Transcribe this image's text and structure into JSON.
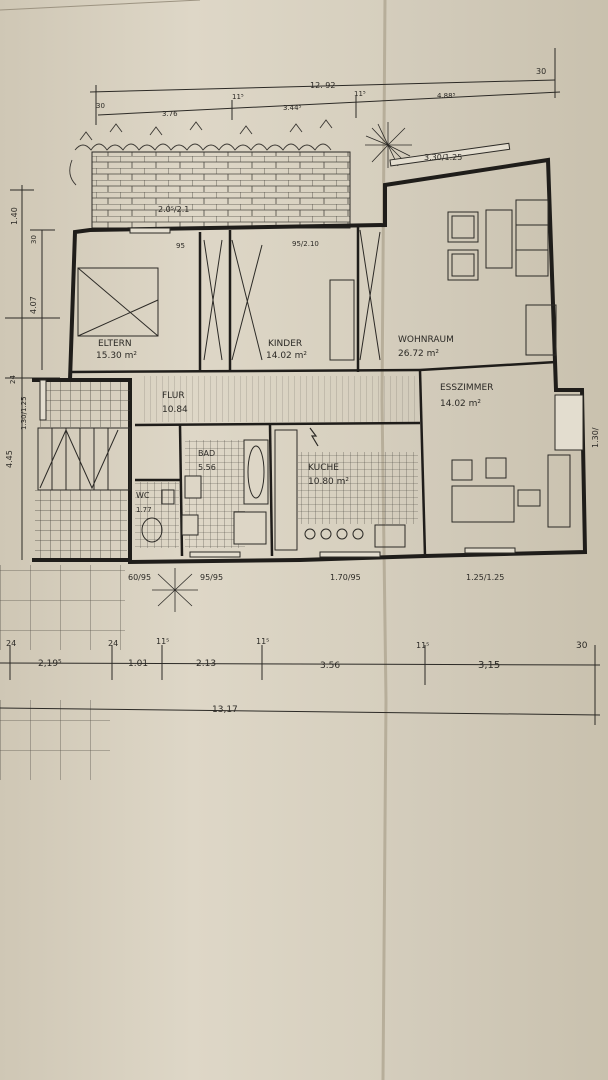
{
  "rooms": {
    "eltern": {
      "name": "ELTERN",
      "area": "15.30 m²"
    },
    "kinder": {
      "name": "KINDER",
      "area": "14.02 m²"
    },
    "wohnraum": {
      "name": "WOHNRAUM",
      "area": "26.72 m²"
    },
    "esszimmer": {
      "name": "ESSZIMMER",
      "area": "14.02 m²"
    },
    "flur": {
      "name": "FLUR",
      "area": "10.84"
    },
    "bad": {
      "name": "BAD",
      "area": "5.56"
    },
    "kueche": {
      "name": "KUCHE",
      "area": "10.80 m²"
    },
    "wc": {
      "name": "WC",
      "area": "1.77"
    }
  },
  "dims_top": {
    "overall": "12. 92",
    "d1": "30",
    "d2": "3.76",
    "d3": "3.44⁵",
    "d4": "4.88⁵",
    "d5": "30",
    "d6": "11⁵",
    "d7": "11⁵"
  },
  "dims_left": {
    "a": "1.40",
    "b": "30",
    "c": "4.07",
    "d": "24",
    "e": "1.30/1.25",
    "f": "4.45"
  },
  "openings": {
    "o1": "3.30/1.25",
    "o2": "2.0⁵/2.1",
    "o3": "95",
    "o4": "95/2.10",
    "o5": "1.30/",
    "o6": "60/95",
    "o7": "95/95",
    "o8": "1.70/95",
    "o9": "1.25/1.25"
  },
  "dims_bottom": {
    "b1": "24",
    "b2": "2,19⁵",
    "b3": "24",
    "b4": "1.01",
    "b5": "11⁵",
    "b6": "2.13",
    "b7": "11⁵",
    "b8": "3.56",
    "b9": "11⁵",
    "b10": "3,15",
    "b11": "30",
    "overall": "13,17"
  }
}
